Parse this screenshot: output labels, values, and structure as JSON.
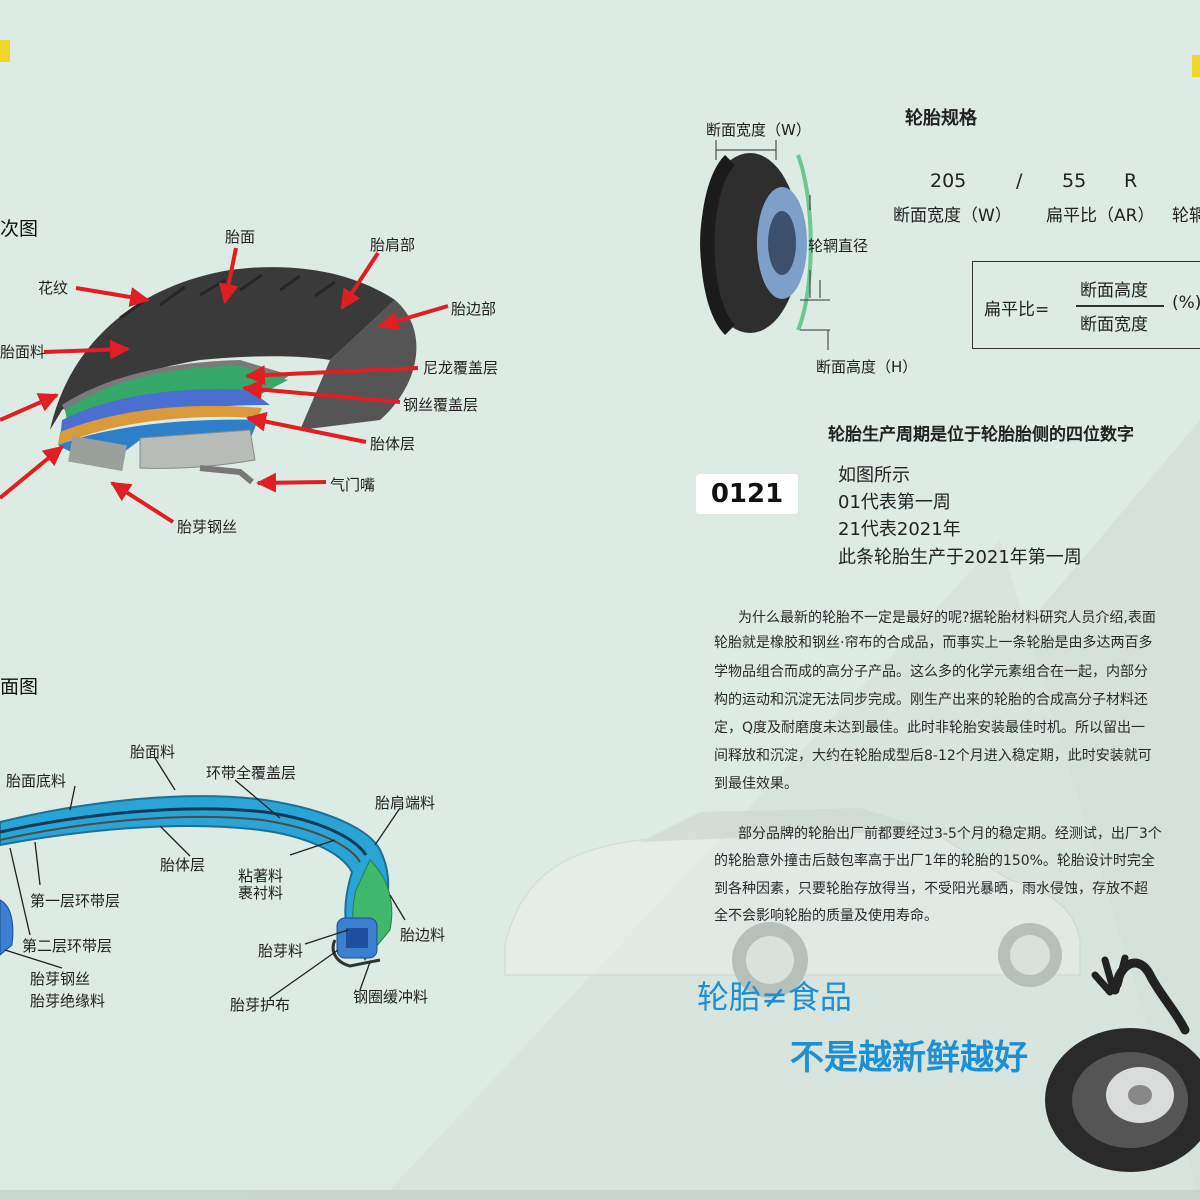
{
  "colors": {
    "background": "#dcebe3",
    "arrow_red": "#e01e24",
    "slogan_blue": "#1e8fd2",
    "layer_green": "#35a86a",
    "layer_blue": "#4a6fd0",
    "layer_orange": "#d89a3a",
    "cross_section_blue": "#2aa3d5"
  },
  "left": {
    "structure": {
      "title": "次图",
      "labels": {
        "tread_face": "胎面",
        "shoulder": "胎肩部",
        "pattern": "花纹",
        "sidewall": "胎边部",
        "tread_compound": "胎面料",
        "nylon_cap": "尼龙覆盖层",
        "steel_belt": "钢丝覆盖层",
        "carcass": "胎体层",
        "valve": "气门嘴",
        "bead_wire": "胎芽钢丝"
      }
    },
    "cross_section": {
      "title": "面图",
      "labels": {
        "tread": "胎面料",
        "tread_base": "胎面底料",
        "full_cap": "环带全覆盖层",
        "shoulder_end": "胎肩端料",
        "carcass": "胎体层",
        "adhesive_1": "粘著料",
        "adhesive_2": "裹衬料",
        "belt_1": "第一层环带层",
        "sidewall": "胎边料",
        "belt_2": "第二层环带层",
        "bead_filler": "胎芽料",
        "bead_wire": "胎芽钢丝",
        "bead_insulation": "胎芽绝缘料",
        "chafer": "胎芽护布",
        "rim_cushion": "钢圈缓冲料"
      }
    }
  },
  "right": {
    "spec": {
      "title": "轮胎规格",
      "width_label": "断面宽度（W）",
      "rim_label": "轮辋直径",
      "height_label": "断面高度（H）",
      "values": {
        "width": "205",
        "slash": "/",
        "ratio": "55",
        "r": "R"
      },
      "captions": {
        "width": "断面宽度（W）",
        "ratio": "扁平比（AR）",
        "rim": "轮辋"
      },
      "formula": {
        "lhs": "扁平比=",
        "numerator": "断面高度",
        "denominator": "断面宽度",
        "unit": "(%)"
      }
    },
    "date": {
      "heading": "轮胎生产周期是位于轮胎胎侧的四位数字",
      "code": "0121",
      "lines": [
        "如图所示",
        "01代表第一周",
        "21代表2021年",
        "此条轮胎生产于2021年第一周"
      ]
    },
    "paragraph1": [
      "为什么最新的轮胎不一定是最好的呢?据轮胎材料研究人员介绍,表面",
      "轮胎就是橡胶和钢丝·帘布的合成品，而事实上一条轮胎是由多达两百多",
      "学物品组合而成的高分子产品。这么多的化学元素组合在一起，内部分",
      "构的运动和沉淀无法同步完成。刚生产出来的轮胎的合成高分子材料还",
      "定，Q度及耐磨度未达到最佳。此时非轮胎安装最佳时机。所以留出一",
      "间释放和沉淀，大约在轮胎成型后8-12个月进入稳定期，此时安装就可",
      "到最佳效果。"
    ],
    "paragraph2": [
      "部分品牌的轮胎出厂前都要经过3-5个月的稳定期。经测试，出厂3个",
      "的轮胎意外撞击后鼓包率高于出厂1年的轮胎的150%。轮胎设计时完全",
      "到各种因素，只要轮胎存放得当，不受阳光暴晒，雨水侵蚀，存放不超",
      "全不会影响轮胎的质量及使用寿命。"
    ],
    "slogan": {
      "line1": "轮胎≠食品",
      "line2": "不是越新鲜越好"
    }
  }
}
